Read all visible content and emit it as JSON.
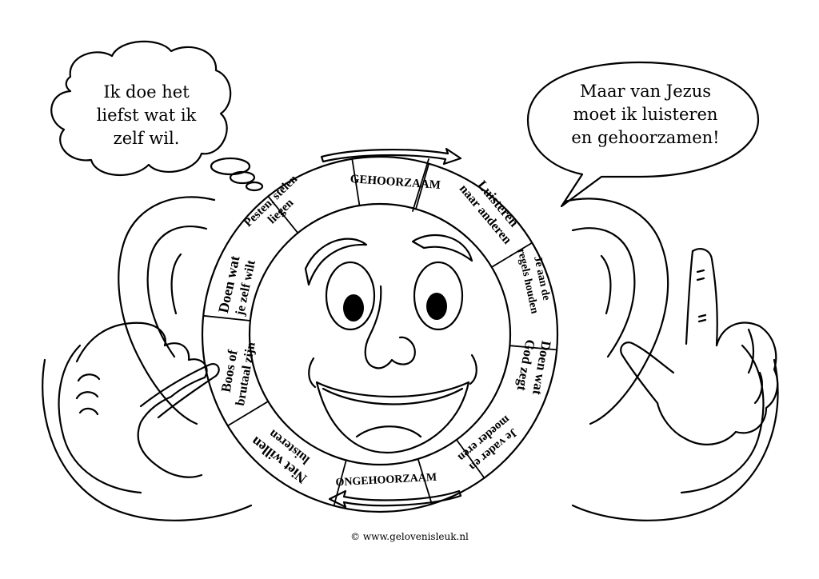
{
  "thought_bubble": {
    "lines": [
      "Ik doe het",
      "liefst wat ik",
      "zelf wil."
    ]
  },
  "speech_bubble": {
    "lines": [
      "Maar van Jezus",
      "moet ik luisteren",
      "en gehoorzamen!"
    ]
  },
  "wheel": {
    "top_label": "GEHOORZAAM",
    "bottom_label": "ONGEHOORZAAM",
    "segments": [
      {
        "id": "luisteren",
        "lines": [
          "Luisteren",
          "naar anderen"
        ]
      },
      {
        "id": "regels",
        "lines": [
          "Je aan de",
          "regels houden"
        ]
      },
      {
        "id": "god",
        "lines": [
          "Doen wat",
          "God zegt"
        ]
      },
      {
        "id": "ouders",
        "lines": [
          "Je vader en",
          "moeder eren"
        ]
      },
      {
        "id": "niet",
        "lines": [
          "Niet willen",
          "luisteren"
        ]
      },
      {
        "id": "brutaal",
        "lines": [
          "Boos of",
          "brutaal zijn"
        ]
      },
      {
        "id": "zelf",
        "lines": [
          "Doen wat",
          "je zelf wilt"
        ]
      },
      {
        "id": "pesten",
        "lines": [
          "Pesten, stelen",
          "liegen"
        ]
      }
    ]
  },
  "footer": {
    "copyright": "© www.gelovenisleuk.nl"
  }
}
